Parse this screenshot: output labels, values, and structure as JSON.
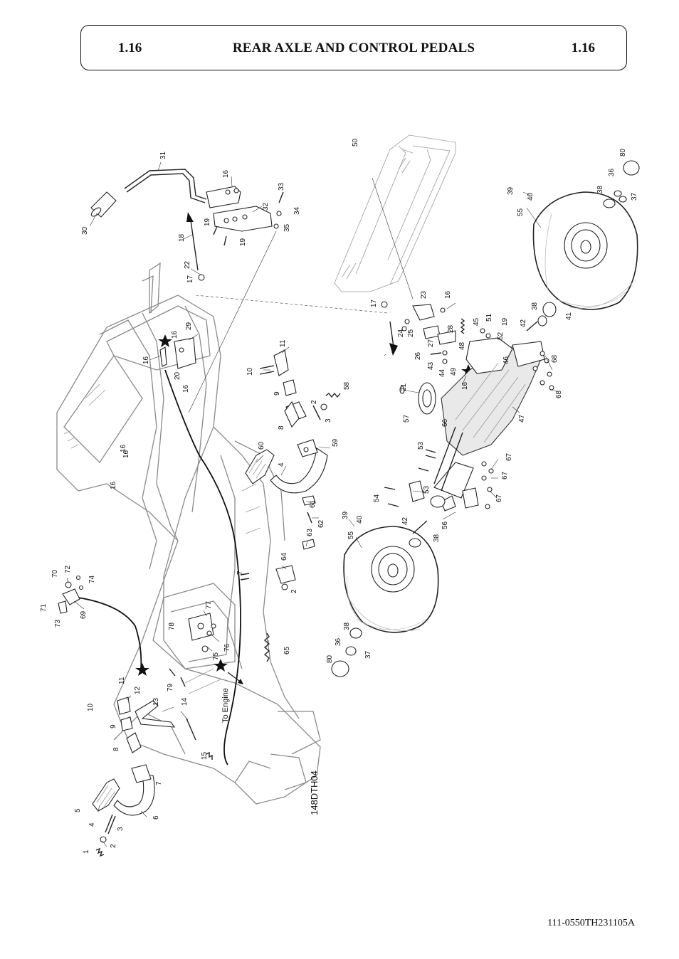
{
  "header": {
    "section_left": "1.16",
    "title": "REAR AXLE AND CONTROL PEDALS",
    "section_right": "1.16"
  },
  "drawing_code": "148DTH04",
  "note_to_engine": "To Engine",
  "document_code": "111-0550TH231105A",
  "labels": {
    "l1": "1",
    "l2a": "2",
    "l2b": "2",
    "l2c": "2",
    "l3a": "3",
    "l3b": "3",
    "l4a": "4",
    "l4b": "4",
    "l5": "5",
    "l6": "6",
    "l7a": "7",
    "l7b": "7",
    "l8a": "8",
    "l8b": "8",
    "l9a": "9",
    "l9b": "9",
    "l10a": "10",
    "l10b": "10",
    "l11a": "11",
    "l11b": "11",
    "l12": "12",
    "l13": "13",
    "l14": "14",
    "l15": "15",
    "l16a": "16",
    "l16b": "16",
    "l16c": "16",
    "l16d": "16",
    "l16e": "16",
    "l16f": "16",
    "l16g": "16",
    "l16h": "16",
    "l16i": "16",
    "l17a": "17",
    "l17b": "17",
    "l18": "18",
    "l19a": "19",
    "l19b": "19",
    "l19c": "19",
    "l20": "20",
    "l21": "21",
    "l22": "22",
    "l23": "23",
    "l24": "24",
    "l25": "25",
    "l26": "26",
    "l27": "27",
    "l28": "28",
    "l29": "29",
    "l30": "30",
    "l31": "31",
    "l32": "32",
    "l33": "33",
    "l34": "34",
    "l35": "35",
    "l36a": "36",
    "l36b": "36",
    "l37a": "37",
    "l37b": "37",
    "l38a": "38",
    "l38b": "38",
    "l38c": "38",
    "l38d": "38",
    "l39a": "39",
    "l39b": "39",
    "l40a": "40",
    "l40b": "40",
    "l41": "41",
    "l42a": "42",
    "l42b": "42",
    "l43": "43",
    "l44": "44",
    "l45": "45",
    "l46": "46",
    "l47": "47",
    "l48": "48",
    "l49": "49",
    "l50": "50",
    "l51": "51",
    "l52": "52",
    "l53a": "53",
    "l53b": "53",
    "l54": "54",
    "l55a": "55",
    "l55b": "55",
    "l56": "56",
    "l57": "57",
    "l58": "58",
    "l59": "59",
    "l60": "60",
    "l61": "61",
    "l62": "62",
    "l63": "63",
    "l64": "64",
    "l65": "65",
    "l66": "66",
    "l67a": "67",
    "l67b": "67",
    "l67c": "67",
    "l68a": "68",
    "l68b": "68",
    "l69": "69",
    "l70": "70",
    "l71": "71",
    "l72": "72",
    "l73": "73",
    "l74": "74",
    "l75": "75",
    "l76": "76",
    "l77": "77",
    "l78": "78",
    "l79": "79",
    "l80a": "80",
    "l80b": "80"
  }
}
